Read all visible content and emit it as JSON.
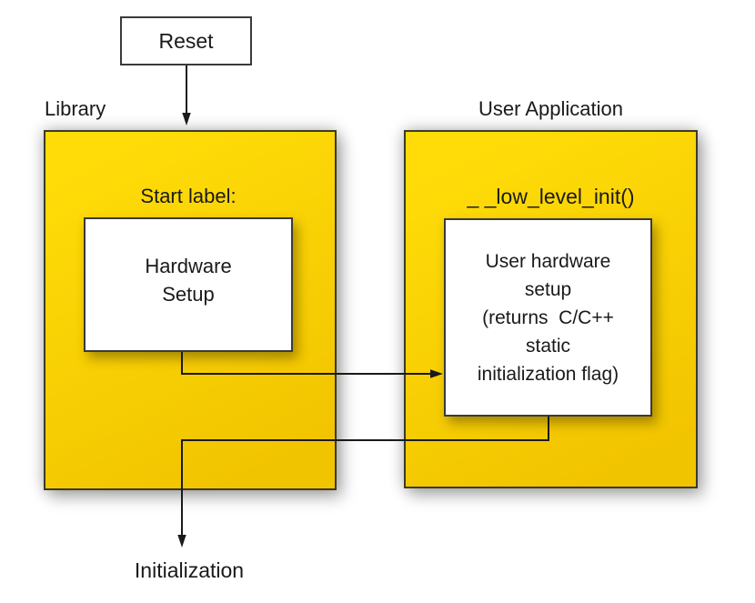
{
  "colors": {
    "panel_fill_start": "#ffdc08",
    "panel_fill_end": "#f1c400",
    "panel_border": "#3c3a28",
    "box_border": "#3a3a3a",
    "line_color": "#1a1a1a",
    "text_color": "#1a1a1a"
  },
  "reset": {
    "label": "Reset"
  },
  "library": {
    "title": "Library",
    "start_label": "Start label:",
    "box": {
      "lines": [
        "Hardware",
        "Setup"
      ]
    }
  },
  "user_application": {
    "title": "User Application",
    "function_label": "_ _low_level_init()",
    "box": {
      "lines": [
        "User hardware",
        "setup",
        "(returns  C/C++",
        "static",
        "initialization flag)"
      ]
    }
  },
  "output": {
    "label": "Initialization"
  },
  "arrows": [
    {
      "name": "reset-to-library",
      "from": "Reset",
      "to": "Library / Start label"
    },
    {
      "name": "hardware-setup-to-user-hardware-setup",
      "from": "Hardware Setup",
      "to": "User hardware setup"
    },
    {
      "name": "user-hardware-setup-to-initialization",
      "from": "User hardware setup",
      "to": "Initialization"
    }
  ]
}
